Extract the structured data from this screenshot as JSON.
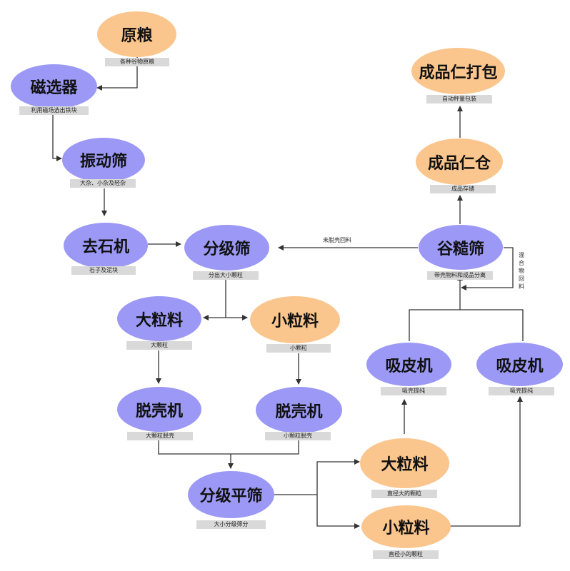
{
  "nodes": {
    "yuanliang": {
      "title": "原粮",
      "label": "各种谷物原粮",
      "color": "#fbc68d"
    },
    "cixuanqi": {
      "title": "磁选器",
      "label": "利用磁场选出铁块",
      "color": "#9b99f5"
    },
    "zhendongshai": {
      "title": "振动筛",
      "label": "大杂、小杂及轻杂",
      "color": "#9b99f5"
    },
    "qushiji": {
      "title": "去石机",
      "label": "石子及泥块",
      "color": "#9b99f5"
    },
    "fenjishai": {
      "title": "分级筛",
      "label": "分出大小颗粒",
      "color": "#9b99f5"
    },
    "dalialiao1": {
      "title": "大粒料",
      "label": "大颗粒",
      "color": "#9b99f5"
    },
    "xiaolialiao1": {
      "title": "小粒料",
      "label": "小颗粒",
      "color": "#fbc68d"
    },
    "tuokeji1": {
      "title": "脱壳机",
      "label": "大颗粒脱壳",
      "color": "#9b99f5"
    },
    "tuokeji2": {
      "title": "脱壳机",
      "label": "小颗粒脱壳",
      "color": "#9b99f5"
    },
    "fenjipingshai": {
      "title": "分级平筛",
      "label": "大小分级筛分",
      "color": "#9b99f5"
    },
    "dalialiao2": {
      "title": "大粒料",
      "label": "直径大的颗粒",
      "color": "#fbc68d"
    },
    "xiaolialiao2": {
      "title": "小粒料",
      "label": "直径小的颗粒",
      "color": "#fbc68d"
    },
    "xipiji1": {
      "title": "吸皮机",
      "label": "吸壳提纯",
      "color": "#9b99f5"
    },
    "xipiji2": {
      "title": "吸皮机",
      "label": "吸壳提纯",
      "color": "#9b99f5"
    },
    "gucaoshai": {
      "title": "谷糙筛",
      "label": "带壳物料和成品分离",
      "color": "#9b99f5"
    },
    "chengpincang": {
      "title": "成品仁仓",
      "label": "成品存储",
      "color": "#fbc68d"
    },
    "chengpinbaozhuang": {
      "title": "成品仁打包",
      "label": "自动秤量包装",
      "color": "#fbc68d"
    }
  },
  "edge_labels": {
    "return_unhulled": "未脱壳回料",
    "mixed_return": "混合物回料"
  }
}
